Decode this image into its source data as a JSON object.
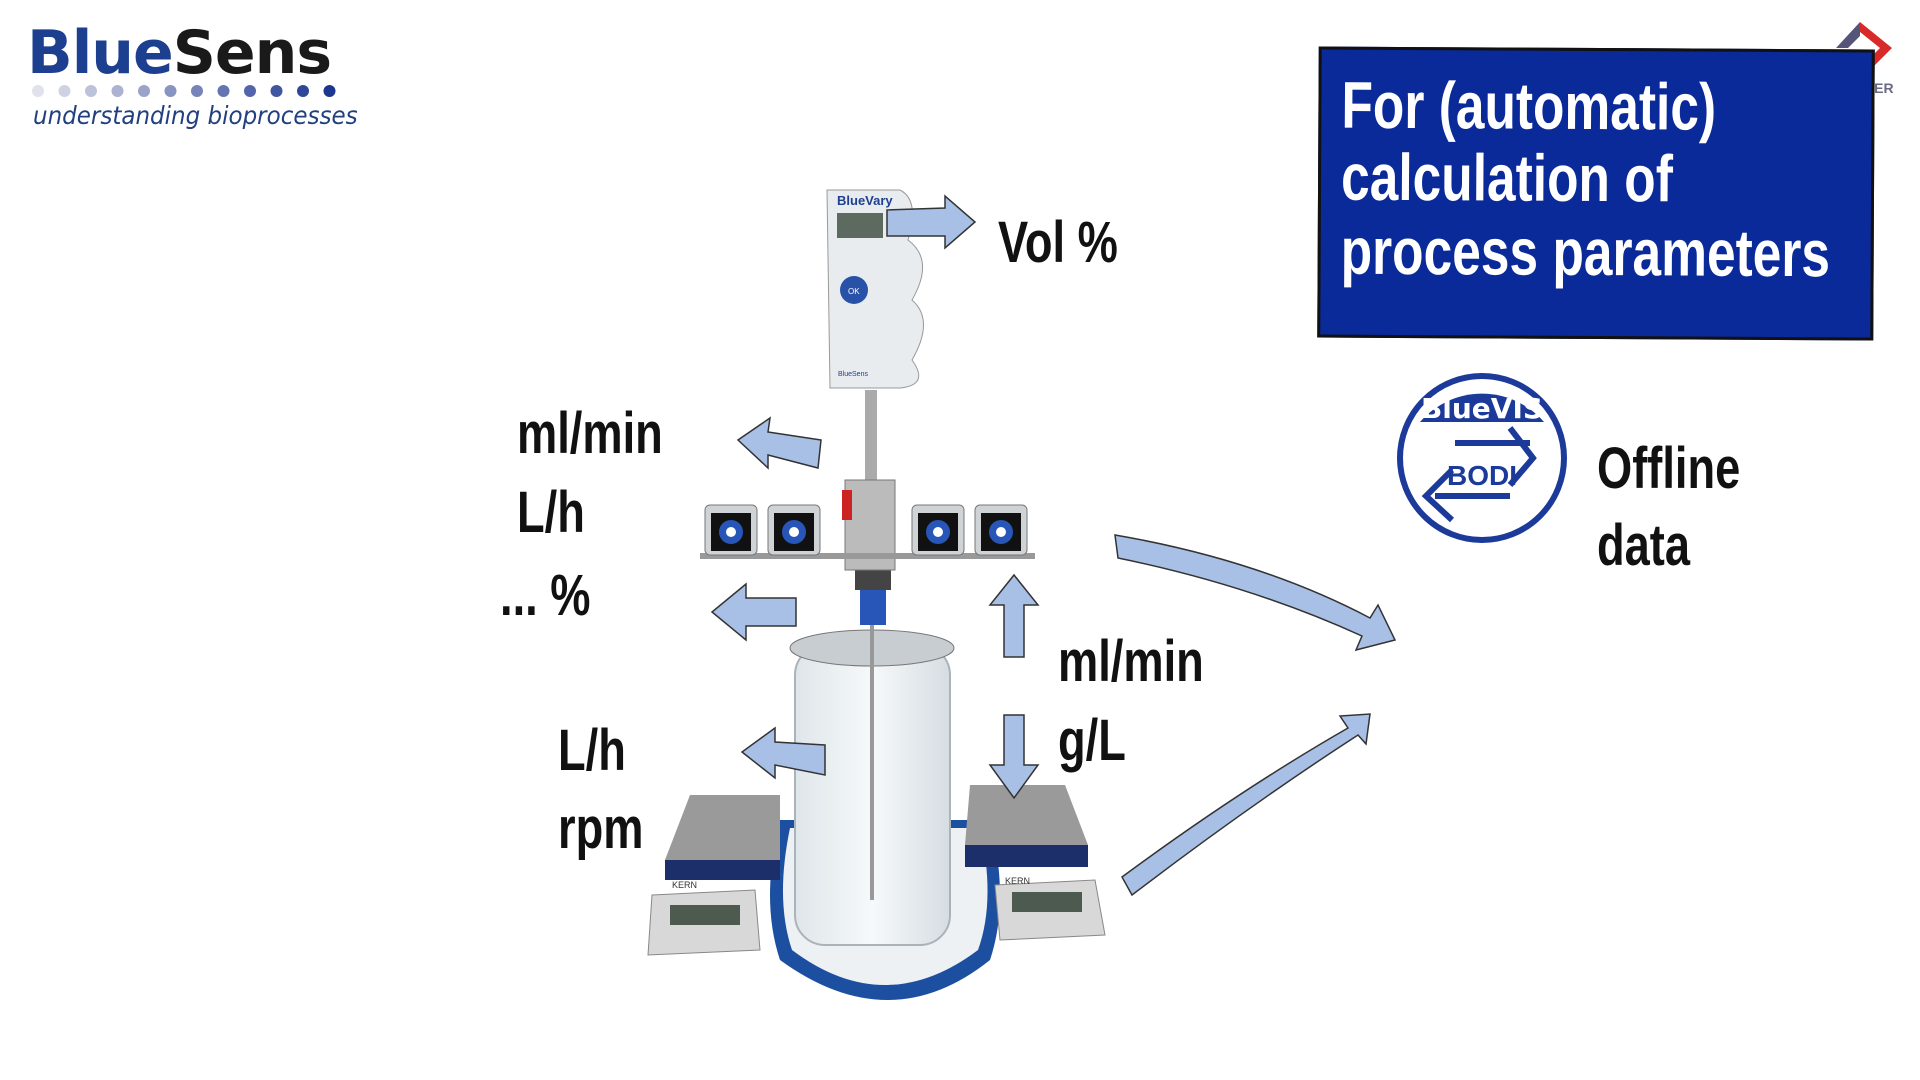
{
  "logo": {
    "brand_blue": "Blue",
    "brand_dark": "Sens",
    "tagline": "understanding bioprocesses"
  },
  "watermark": {
    "text": "LEADER"
  },
  "callout": {
    "lines": [
      "For (automatic)",
      "calculation of",
      "process parameters"
    ],
    "background": "#0a2a9a"
  },
  "device": {
    "controller_brand": "BlueVary",
    "controller_button": "OK",
    "controller_footer": "BlueSens",
    "scale_brand": "KERN"
  },
  "labels": {
    "vol": "Vol %",
    "left_pump_flow": "ml/min",
    "left_pump_lh": "L/h",
    "left_pump_pct": "... %",
    "gas_lh": "L/h",
    "stirrer": "rpm",
    "feed_flow": "ml/min",
    "feed_conc": "g/L"
  },
  "bluevis": {
    "title": "BlueVIS",
    "subtitle": "BODI",
    "caption_line1": "Offline",
    "caption_line2": "data"
  },
  "colors": {
    "arrow_fill": "#a9c0e6",
    "brand": "#1d3f8f"
  }
}
